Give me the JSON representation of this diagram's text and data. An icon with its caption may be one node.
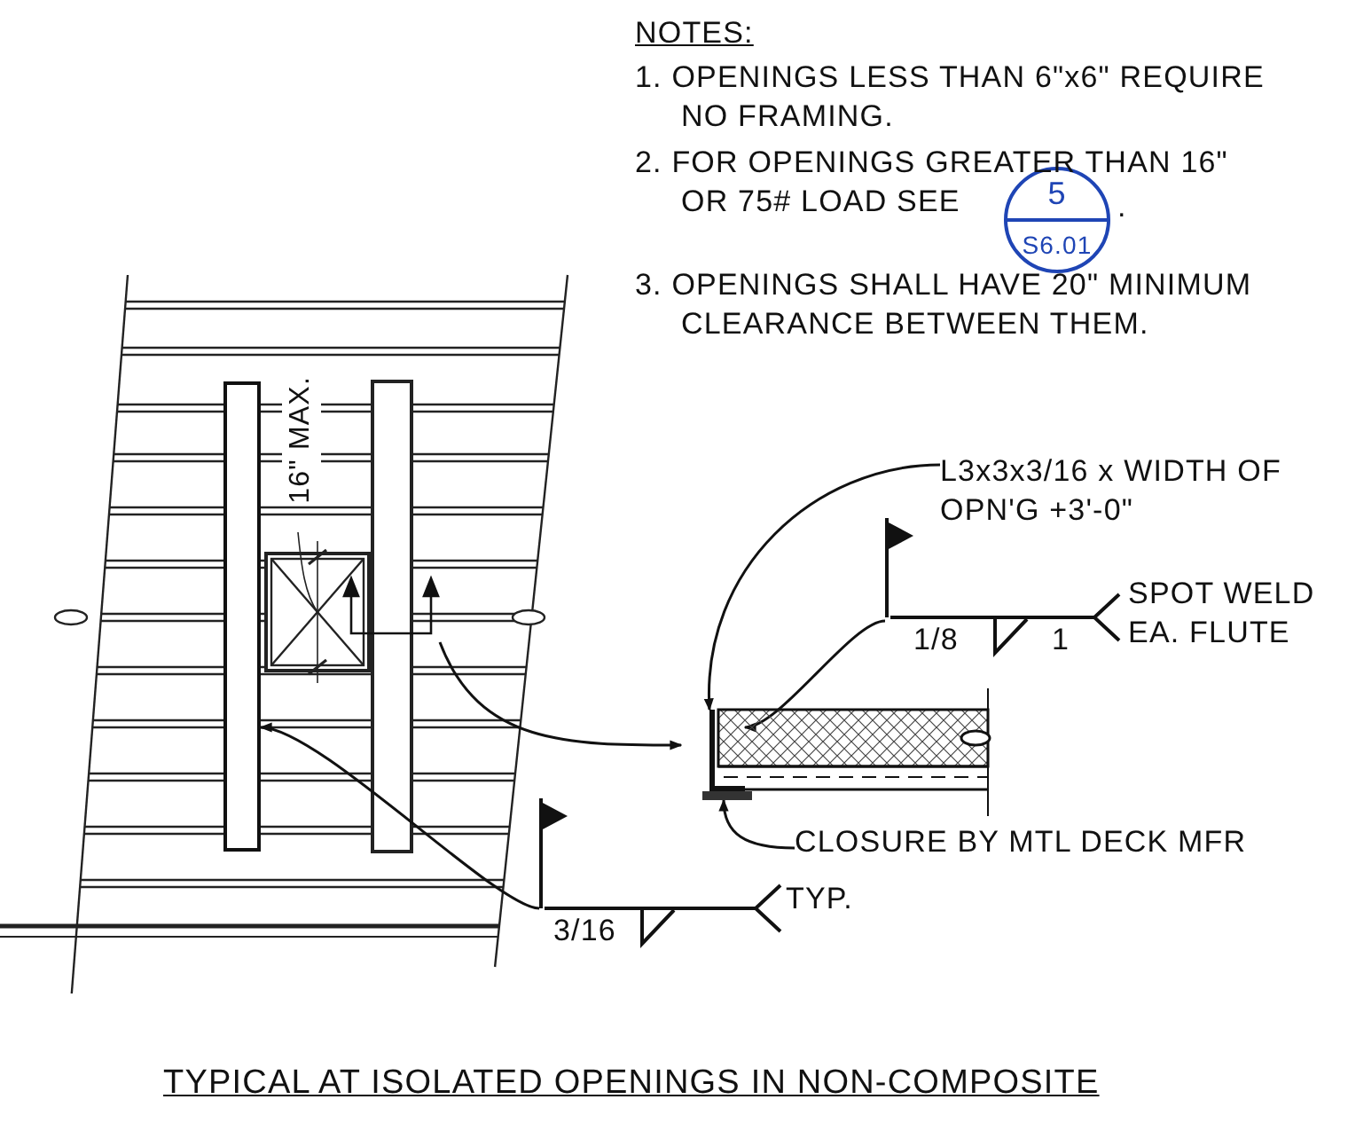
{
  "diagram": {
    "title": "TYPICAL AT ISOLATED OPENINGS IN NON-COMPOSITE",
    "nodes": [
      {
        "text": [
          "5",
          "S6.01"
        ],
        "beside": [
          "."
        ]
      },
      {
        "text": [
          "L3x3x3/16 x WIDTH OF OPN'G +3'-0\""
        ]
      },
      {
        "text": [
          "1/8",
          "1"
        ],
        "beside": [
          "SPOT WELD EA. FLUTE"
        ]
      },
      {
        "text": [],
        "shape": "picture"
      },
      {
        "text": [],
        "shape": "bar",
        "in": 3
      },
      {
        "text": [
          "CLOSURE BY MTL DECK MFR"
        ]
      },
      {
        "text": [],
        "shape": "bar",
        "in": 3
      },
      {
        "text": [
          "3/16"
        ],
        "beside": [
          "TYP."
        ]
      },
      {
        "text": [],
        "shape": "bar"
      },
      {
        "text": [],
        "shape": "picture"
      }
    ],
    "edges": [
      {
        "from": 1,
        "to": 4,
        "arrow": "to"
      },
      {
        "from": 2,
        "to": 4,
        "arrow": "to"
      },
      {
        "from": 5,
        "to": 6,
        "arrow": "to"
      },
      {
        "from": 7,
        "to": 8,
        "arrow": "to"
      },
      {
        "from": 9,
        "to": 3,
        "arrow": "to"
      }
    ],
    "labels": [
      "NOTES:",
      "1. OPENINGS LESS THAN 6\"x6\" REQUIRE NO FRAMING.",
      "2. FOR OPENINGS GREATER THAN 16\" OR 75# LOAD SEE",
      "3. OPENINGS SHALL HAVE 20\" MINIMUM CLEARANCE BETWEEN THEM.",
      "16\" MAX."
    ]
  }
}
